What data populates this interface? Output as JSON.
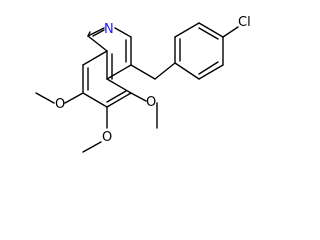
{
  "molecule": {
    "atoms": {
      "nitrogen": "N",
      "chlorine": "Cl",
      "oxygen_7": "O",
      "oxygen_6": "O",
      "oxygen_5": "O"
    }
  },
  "colors": {
    "nitrogen": "#1a1aff",
    "bond": "#000000",
    "background": "#ffffff"
  }
}
